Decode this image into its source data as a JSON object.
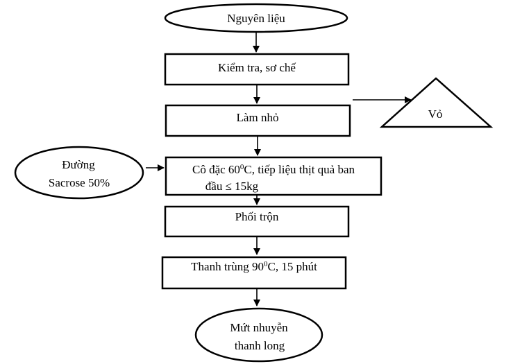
{
  "nodes": {
    "start": {
      "label": "Nguyên liệu"
    },
    "inspect": {
      "label": "Kiểm tra, sơ chế"
    },
    "chop": {
      "label": "Làm nhỏ"
    },
    "peel": {
      "label": "Vỏ"
    },
    "sugar": {
      "line1": "Đường",
      "line2": "Sacrose 50%"
    },
    "concentrate": {
      "line1_prefix": "Cô đặc 60",
      "line1_sup": "0",
      "line1_suffix": "C, tiếp liệu thịt quả ban",
      "line2": "đầu ≤ 15kg"
    },
    "mix": {
      "label": "Phối trộn"
    },
    "sterilize": {
      "prefix": "Thanh trùng 90",
      "sup": "0",
      "suffix": "C, 15 phút"
    },
    "product": {
      "line1": "Mứt nhuyễn",
      "line2": "thanh long"
    }
  },
  "colors": {
    "stroke": "#000000",
    "fill": "#ffffff",
    "text": "#000000"
  }
}
